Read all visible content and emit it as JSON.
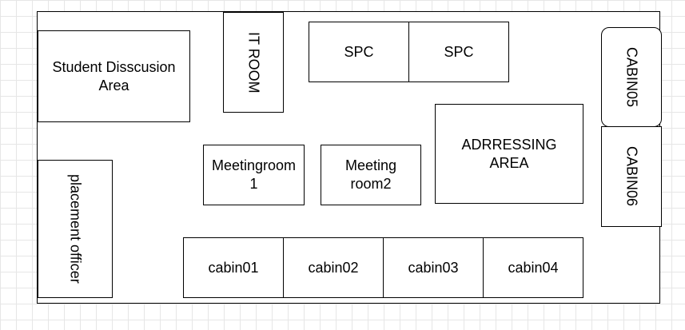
{
  "rooms": {
    "student_discussion": "Student Disscusion Area",
    "it_room": "IT ROOM",
    "spc_left": "SPC",
    "spc_right": "SPC",
    "cabin05": "CABIN05",
    "cabin06": "CABIN06",
    "addressing": "ADRRESSING AREA",
    "meeting1": "Meetingroom 1",
    "meeting2": "Meeting room2",
    "placement": "placement officer",
    "cabin01": "cabin01",
    "cabin02": "cabin02",
    "cabin03": "cabin03",
    "cabin04": "cabin04"
  },
  "colors": {
    "background": "#ffffff",
    "grid": "#e6e6e6",
    "stroke": "#000000"
  }
}
